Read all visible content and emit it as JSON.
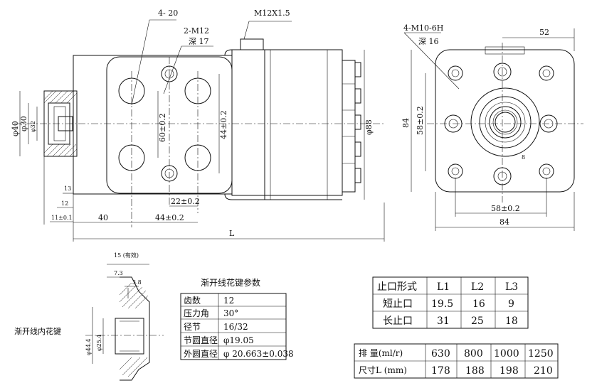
{
  "front_view": {
    "callout_holes": "4- 20",
    "callout_ports": "2-M12",
    "callout_ports_depth": "深 17",
    "callout_drain": "M12X1.5",
    "dim_60": "60±0.2",
    "dim_44_vertical": "44±0.2",
    "dim_22": "22±0.2",
    "dim_40": "40",
    "dim_44_horizontal": "44±0.2",
    "dim_L": "L",
    "dim_13": "13",
    "dim_12": "12",
    "dim_11": "11±0.1",
    "dim_phi88": "φ88",
    "dim_phi40": "φ40",
    "dim_phi30": "φ30",
    "dim_phi32": "φ32"
  },
  "side_view": {
    "callout_threads": "4-M10-6H",
    "callout_threads_depth": "深 16",
    "dim_52": "52",
    "dim_84_vertical": "84",
    "dim_58_vertical": "58±0.2",
    "dim_58_horizontal": "58±0.2",
    "dim_84_horizontal": "84",
    "dim_8": "8"
  },
  "spline_view": {
    "label": "渐开线内花键",
    "dim_15": "15 (有效)",
    "dim_7_3": "7.3",
    "dim_3_8": "3.8",
    "dim_phi44_4": "φ44.4",
    "dim_phi25_4": "φ25.4"
  },
  "spline_table": {
    "title": "渐开线花键参数",
    "rows": [
      [
        "齿数",
        "12"
      ],
      [
        "压力角",
        "30°"
      ],
      [
        "径节",
        "16/32"
      ],
      [
        "节圆直径",
        "φ19.05"
      ],
      [
        "外圆直径",
        "φ 20.663±0.038"
      ]
    ]
  },
  "stop_table": {
    "headers": [
      "止口形式",
      "L1",
      "L2",
      "L3"
    ],
    "rows": [
      [
        "短止口",
        "19.5",
        "16",
        "9"
      ],
      [
        "长止口",
        "31",
        "25",
        "18"
      ]
    ]
  },
  "size_table": {
    "rows": [
      [
        "排 量(ml/r)",
        "630",
        "800",
        "1000",
        "1250"
      ],
      [
        "尺寸L (mm)",
        "178",
        "188",
        "198",
        "210"
      ]
    ]
  }
}
